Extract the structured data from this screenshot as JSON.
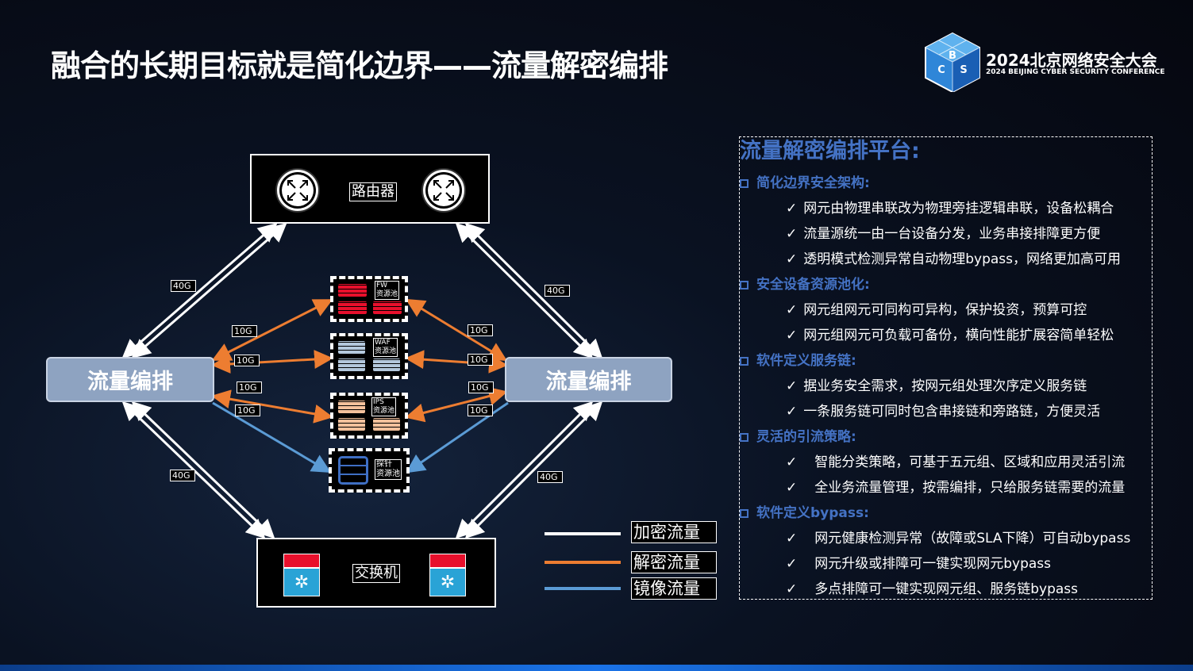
{
  "title": "融合的长期目标就是简化边界——流量解密编排",
  "logo": {
    "cn": "2024北京网络安全大会",
    "en": "2024 BEIJING CYBER SECURITY CONFERENCE",
    "mark": "BCS"
  },
  "diagram": {
    "router": "路由器",
    "switch": "交换机",
    "orch_left": "流量编排",
    "orch_right": "流量编排",
    "pools": [
      {
        "name": "FW",
        "sub": "资源池",
        "color": "#e8102c"
      },
      {
        "name": "WAF",
        "sub": "资源池",
        "color": "#b4c8dc"
      },
      {
        "name": "IPS",
        "sub": "资源池",
        "color": "#f4c19c"
      },
      {
        "name": "探针",
        "sub": "资源池",
        "color": "#3f6fc4"
      }
    ],
    "links": {
      "l40": "40G",
      "l10": "10G"
    },
    "colors": {
      "encrypted": "#ffffff",
      "decrypted": "#ed7d31",
      "mirror": "#5b9bd5"
    }
  },
  "legend": [
    {
      "label": "加密流量"
    },
    {
      "label": "解密流量"
    },
    {
      "label": "镜像流量"
    }
  ],
  "panel": {
    "title": "流量解密编排平台:",
    "sections": [
      {
        "heading": "简化边界安全架构:",
        "items": [
          "网元由物理串联改为物理旁挂逻辑串联，设备松耦合",
          "流量源统一由一台设备分发，业务串接排障更方便",
          "透明模式检测异常自动物理bypass，网络更加高可用"
        ]
      },
      {
        "heading": "安全设备资源池化:",
        "items": [
          "网元组网元可同构可异构，保护投资，预算可控",
          "网元组网元可负载可备份，横向性能扩展容简单轻松"
        ]
      },
      {
        "heading": "软件定义服务链:",
        "items": [
          "据业务安全需求，按网元组处理次序定义服务链",
          "一条服务链可同时包含串接链和旁路链，方便灵活"
        ]
      },
      {
        "heading": "灵活的引流策略:",
        "items": [
          "智能分类策略，可基于五元组、区域和应用灵活引流",
          "全业务流量管理，按需编排，只给服务链需要的流量"
        ]
      },
      {
        "heading": "软件定义bypass:",
        "items": [
          "网元健康检测异常（故障或SLA下降）可自动bypass",
          "网元升级或排障可一键实现网元bypass",
          "多点排障可一键实现网元组、服务链bypass"
        ]
      }
    ]
  }
}
